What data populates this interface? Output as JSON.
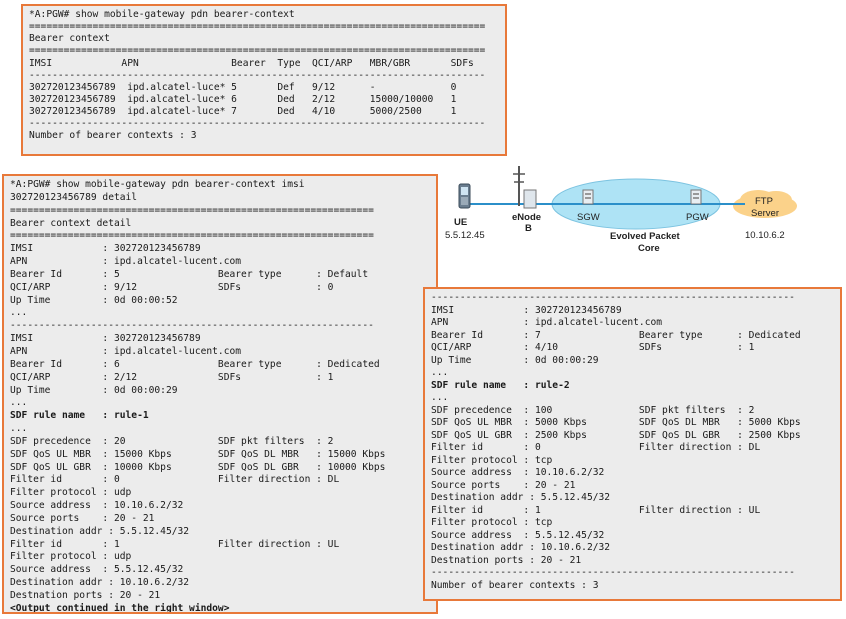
{
  "top_window": {
    "lines": [
      "*A:PGW# show mobile-gateway pdn bearer-context",
      "===============================================================================",
      "Bearer context",
      "===============================================================================",
      "IMSI            APN                Bearer  Type  QCI/ARP   MBR/GBR       SDFs",
      "-------------------------------------------------------------------------------",
      "302720123456789  ipd.alcatel-luce* 5       Def   9/12      -             0",
      "302720123456789  ipd.alcatel-luce* 6       Ded   2/12      15000/10000   1",
      "302720123456789  ipd.alcatel-luce* 7       Ded   4/10      5000/2500     1",
      "-------------------------------------------------------------------------------",
      "Number of bearer contexts : 3"
    ]
  },
  "left_window": {
    "lines": [
      "*A:PGW# show mobile-gateway pdn bearer-context imsi",
      "302720123456789 detail",
      "===============================================================",
      "Bearer context detail",
      "===============================================================",
      "IMSI            : 302720123456789",
      "APN             : ipd.alcatel-lucent.com",
      "Bearer Id       : 5                 Bearer type      : Default",
      "QCI/ARP         : 9/12              SDFs             : 0",
      "Up Time         : 0d 00:00:52",
      "...",
      "---------------------------------------------------------------",
      "IMSI            : 302720123456789",
      "APN             : ipd.alcatel-lucent.com",
      "Bearer Id       : 6                 Bearer type      : Dedicated",
      "QCI/ARP         : 2/12              SDFs             : 1",
      "Up Time         : 0d 00:00:29",
      "...",
      "SDF rule name   : rule-1",
      "...",
      "SDF precedence  : 20                SDF pkt filters  : 2",
      "SDF QoS UL MBR  : 15000 Kbps        SDF QoS DL MBR   : 15000 Kbps",
      "SDF QoS UL GBR  : 10000 Kbps        SDF QoS DL GBR   : 10000 Kbps",
      "Filter id       : 0                 Filter direction : DL",
      "Filter protocol : udp",
      "Source address  : 10.10.6.2/32",
      "Source ports    : 20 - 21",
      "Destination addr : 5.5.12.45/32",
      "Filter id       : 1                 Filter direction : UL",
      "Filter protocol : udp",
      "Source address  : 5.5.12.45/32",
      "Destination addr : 10.10.6.2/32",
      "Destnation ports : 20 - 21",
      "<Output continued in the right window>"
    ],
    "bold_indexes": [
      18,
      33
    ]
  },
  "right_window": {
    "lines": [
      "---------------------------------------------------------------",
      "IMSI            : 302720123456789",
      "APN             : ipd.alcatel-lucent.com",
      "Bearer Id       : 7                 Bearer type      : Dedicated",
      "QCI/ARP         : 4/10              SDFs             : 1",
      "Up Time         : 0d 00:00:29",
      "...",
      "SDF rule name   : rule-2",
      "...",
      "SDF precedence  : 100               SDF pkt filters  : 2",
      "SDF QoS UL MBR  : 5000 Kbps         SDF QoS DL MBR   : 5000 Kbps",
      "SDF QoS UL GBR  : 2500 Kbps         SDF QoS DL GBR   : 2500 Kbps",
      "Filter id       : 0                 Filter direction : DL",
      "Filter protocol : tcp",
      "Source address  : 10.10.6.2/32",
      "Source ports    : 20 - 21",
      "Destination addr : 5.5.12.45/32",
      "Filter id       : 1                 Filter direction : UL",
      "Filter protocol : tcp",
      "Source address  : 5.5.12.45/32",
      "Destination addr : 10.10.6.2/32",
      "Destnation ports : 20 - 21",
      "---------------------------------------------------------------",
      "Number of bearer contexts : 3"
    ],
    "bold_indexes": [
      7
    ]
  },
  "diagram": {
    "ue_label": "UE",
    "ue_ip": "5.5.12.45",
    "enodeb_label_1": "eNode",
    "enodeb_label_2": "B",
    "sgw_label": "SGW",
    "pgw_label": "PGW",
    "epc_label_1": "Evolved Packet",
    "epc_label_2": "Core",
    "ftp_label_1": "FTP",
    "ftp_label_2": "Server",
    "ftp_ip": "10.10.6.2",
    "colors": {
      "cloud": "#aee3f5",
      "ftp_cloud": "#fbd28a",
      "link": "#2b8fc9",
      "border": "#e8793a"
    }
  }
}
